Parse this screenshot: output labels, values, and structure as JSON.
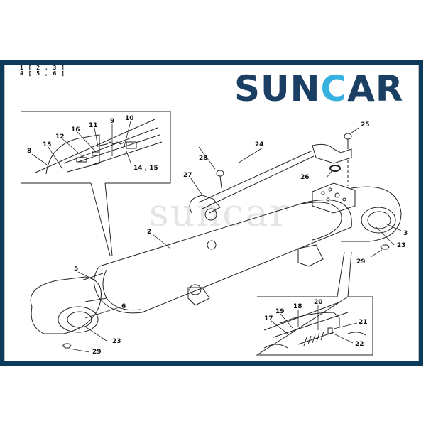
{
  "page": {
    "frame_color": "#0d3a5a",
    "background": "#ffffff"
  },
  "reference_note": {
    "line1": "1 [ 2 , 3 ]",
    "line2": "4 [ 5 , 6 ]"
  },
  "logo": {
    "part1": "SUN",
    "part2": "C",
    "part3": "AR",
    "dark_color": "#1b3f63",
    "light_color": "#37b2e0"
  },
  "watermark": "suncar",
  "callouts": {
    "c2": "2",
    "c3": "3",
    "c5": "5",
    "c6": "6",
    "c8": "8",
    "c9": "9",
    "c10": "10",
    "c11": "11",
    "c12": "12",
    "c13": "13",
    "c14_15": "14 , 15",
    "c16": "16",
    "c17": "17",
    "c18": "18",
    "c19": "19",
    "c20": "20",
    "c21": "21",
    "c22": "22",
    "c23a": "23",
    "c23b": "23",
    "c24": "24",
    "c25": "25",
    "c26": "26",
    "c27": "27",
    "c28": "28",
    "c29a": "29",
    "c29b": "29"
  },
  "insets": {
    "top_left": "rod-seal-detail",
    "bottom_right": "piston-seal-detail"
  }
}
